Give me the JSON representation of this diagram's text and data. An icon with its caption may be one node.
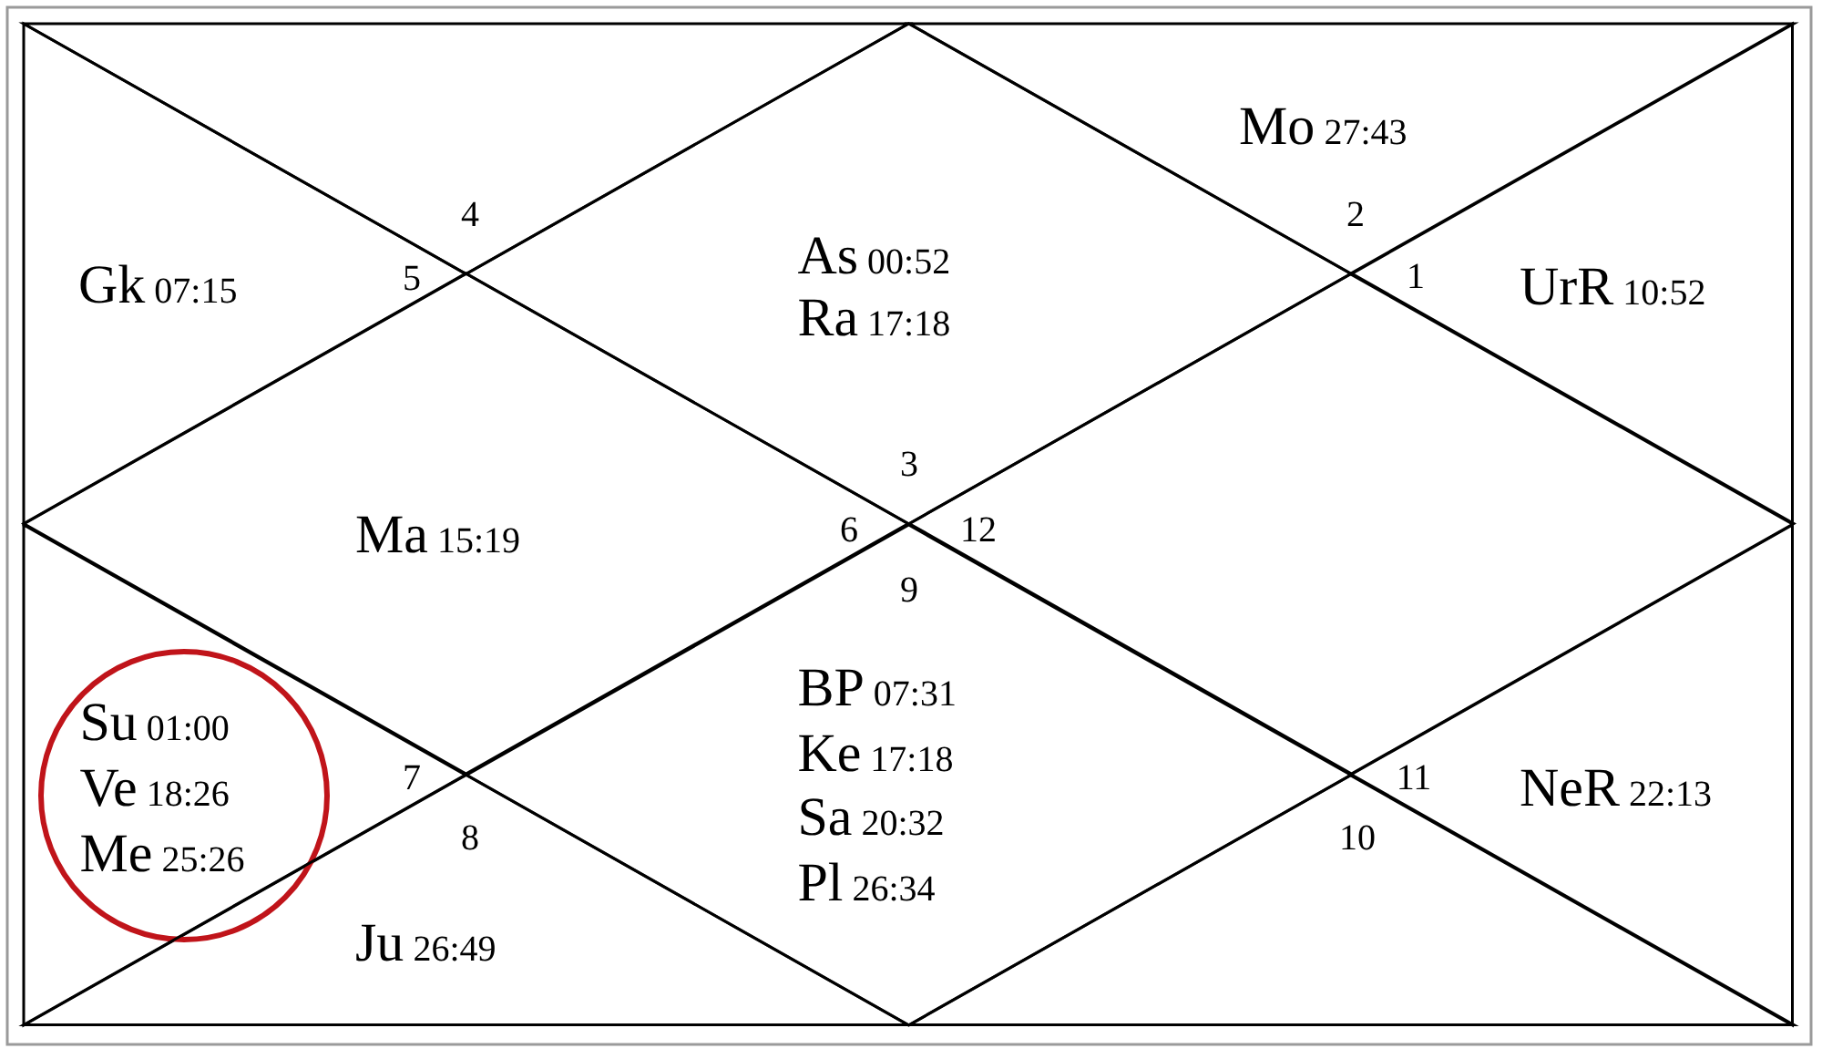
{
  "diagram": {
    "nodes": [
      {
        "text": [
          "As 00:52",
          "Ra 17:18",
          "3"
        ]
      },
      {
        "text": [
          "4"
        ]
      },
      {
        "text": [
          "Gk 07:15",
          "5"
        ]
      },
      {
        "text": [
          "Ma 15:19",
          "6"
        ]
      },
      {
        "text": [
          "7"
        ]
      },
      {
        "text": [
          "8",
          "Ju 26:49"
        ]
      },
      {
        "text": [
          "9",
          "BP 07:31",
          "Ke 17:18",
          "Sa 20:32",
          "Pl 26:34"
        ]
      },
      {
        "text": [
          "10"
        ]
      },
      {
        "text": [
          "11",
          "NeR 22:13"
        ]
      },
      {
        "text": [
          "12"
        ]
      },
      {
        "text": [
          "1",
          "UrR 10:52"
        ]
      },
      {
        "text": [
          "Mo 27:43",
          "2"
        ]
      },
      {
        "text": [
          "Su 01:00",
          "Ve 18:26",
          "Me 25:26"
        ],
        "in": 4
      }
    ]
  }
}
